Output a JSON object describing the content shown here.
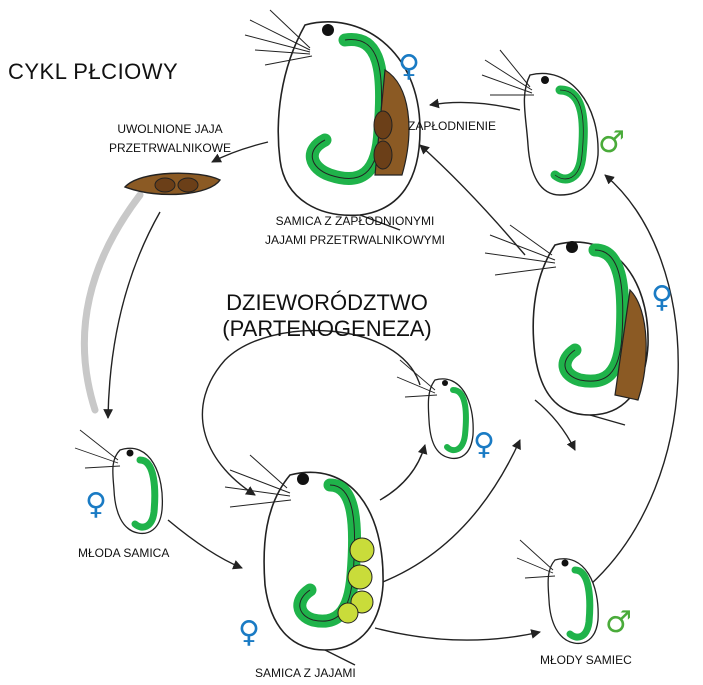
{
  "titles": {
    "sexual_cycle": "CYKL PŁCIOWY",
    "parthenogenesis_line1": "DZIEWORÓDZTWO",
    "parthenogenesis_line2": "(PARTENOGENEZA)"
  },
  "labels": {
    "released_eggs_line1": "UWOLNIONE JAJA",
    "released_eggs_line2": "PRZETRWALNIKOWE",
    "fertilization": "ZAPŁODNIENIE",
    "female_fertilized_line1": "SAMICA Z  ZAPŁODNIONYMI",
    "female_fertilized_line2": "JAJAMI PRZETRWALNIKOWYMI",
    "young_female": "MŁODA SAMICA",
    "female_with_eggs": "SAMICA Z JAJAMI",
    "young_male": "MŁODY SAMIEC"
  },
  "symbols": {
    "female": "♀",
    "male": "♂"
  },
  "colors": {
    "gut": "#1fb34a",
    "female_symbol": "#1a7bc4",
    "male_symbol": "#4aab3a",
    "resting_egg": "#8b5a24",
    "parthenogenetic_egg": "#c9dc3a",
    "outline": "#222222"
  }
}
